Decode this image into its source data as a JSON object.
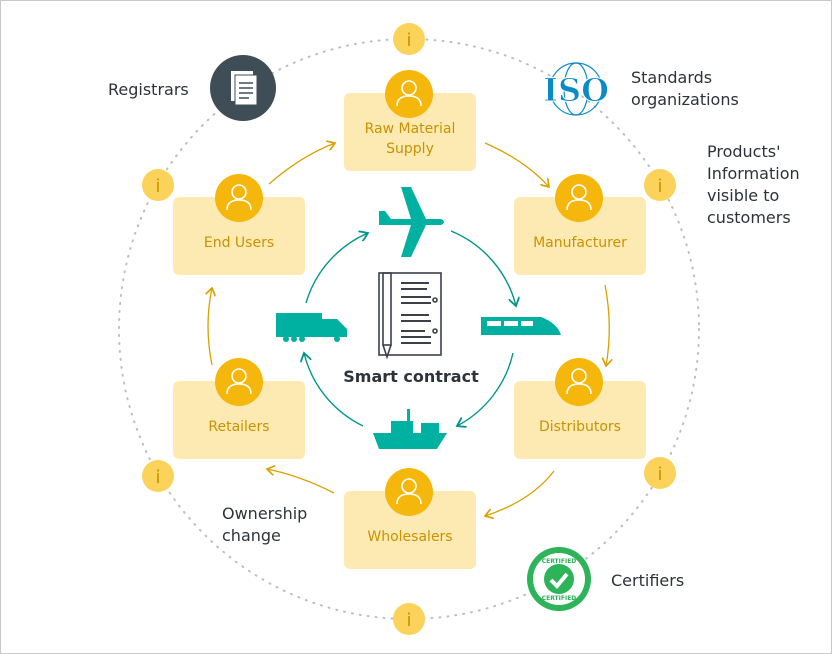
{
  "colors": {
    "accent": "#f5b70b",
    "box": "#fdeab3",
    "teal": "#00b0a0",
    "ring": "#b9bfc6",
    "arrow": "#d9a100"
  },
  "center": {
    "label": "Smart contract",
    "icon": "document-pen-icon",
    "transport_icons": [
      "airplane-icon",
      "train-icon",
      "ship-icon",
      "truck-icon"
    ]
  },
  "stages": [
    {
      "label": "Raw Material Supply"
    },
    {
      "label": "Manufacturer"
    },
    {
      "label": "Distributors"
    },
    {
      "label": "Wholesalers"
    },
    {
      "label": "Retailers"
    },
    {
      "label": "End Users"
    }
  ],
  "outer": {
    "registrars": "Registrars",
    "standards": "Standards organizations",
    "products_info": "Products' Information visible to customers",
    "ownership": "Ownership change",
    "certifiers": "Certifiers",
    "iso_logo": "ISO",
    "cert_logo": "CERTIFIED"
  }
}
